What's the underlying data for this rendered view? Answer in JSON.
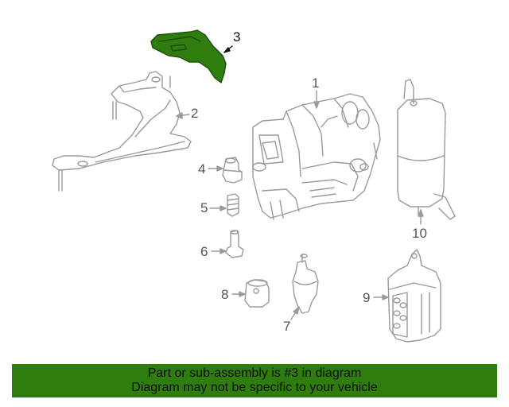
{
  "colors": {
    "highlight_part": "#2f7d0f",
    "line": "#9a9a9a",
    "banner_bg": "#2f7d0f",
    "banner_text": "#0d0d0d"
  },
  "callouts": {
    "c1": "1",
    "c2": "2",
    "c3": "3",
    "c4": "4",
    "c5": "5",
    "c6": "6",
    "c7": "7",
    "c8": "8",
    "c9": "9",
    "c10": "10"
  },
  "highlighted_part": "3",
  "banner": {
    "line1": "Part or sub-assembly is #3 in diagram",
    "line2": "Diagram may not be specific to your vehicle"
  }
}
